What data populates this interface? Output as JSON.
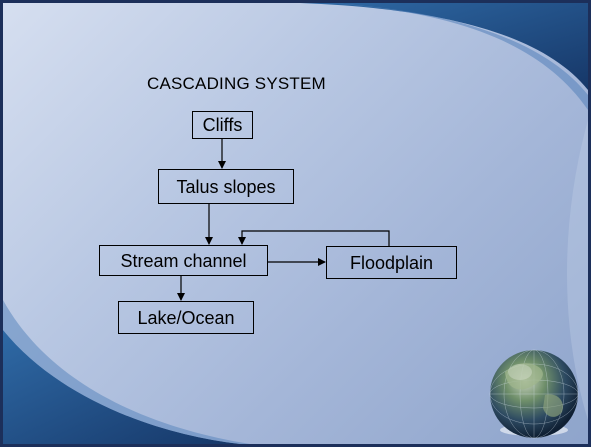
{
  "diagram": {
    "title": "CASCADING SYSTEM",
    "nodes": {
      "cliffs": "Cliffs",
      "talus": "Talus slopes",
      "stream": "Stream channel",
      "floodplain": "Floodplain",
      "lake": "Lake/Ocean"
    },
    "edges": [
      [
        "Cliffs",
        "Talus slopes"
      ],
      [
        "Talus slopes",
        "Stream channel"
      ],
      [
        "Stream channel",
        "Floodplain"
      ],
      [
        "Floodplain",
        "Stream channel"
      ],
      [
        "Stream channel",
        "Lake/Ocean"
      ]
    ]
  },
  "colors": {
    "background_light": "#d6dff0",
    "background_dark": "#8ea4cb",
    "swoosh_navy": "#1d3f73",
    "swoosh_blue": "#2f6aa6",
    "border_dark": "#1c2f5a",
    "text": "#000000"
  },
  "decor": {
    "globe": "globe-icon"
  }
}
